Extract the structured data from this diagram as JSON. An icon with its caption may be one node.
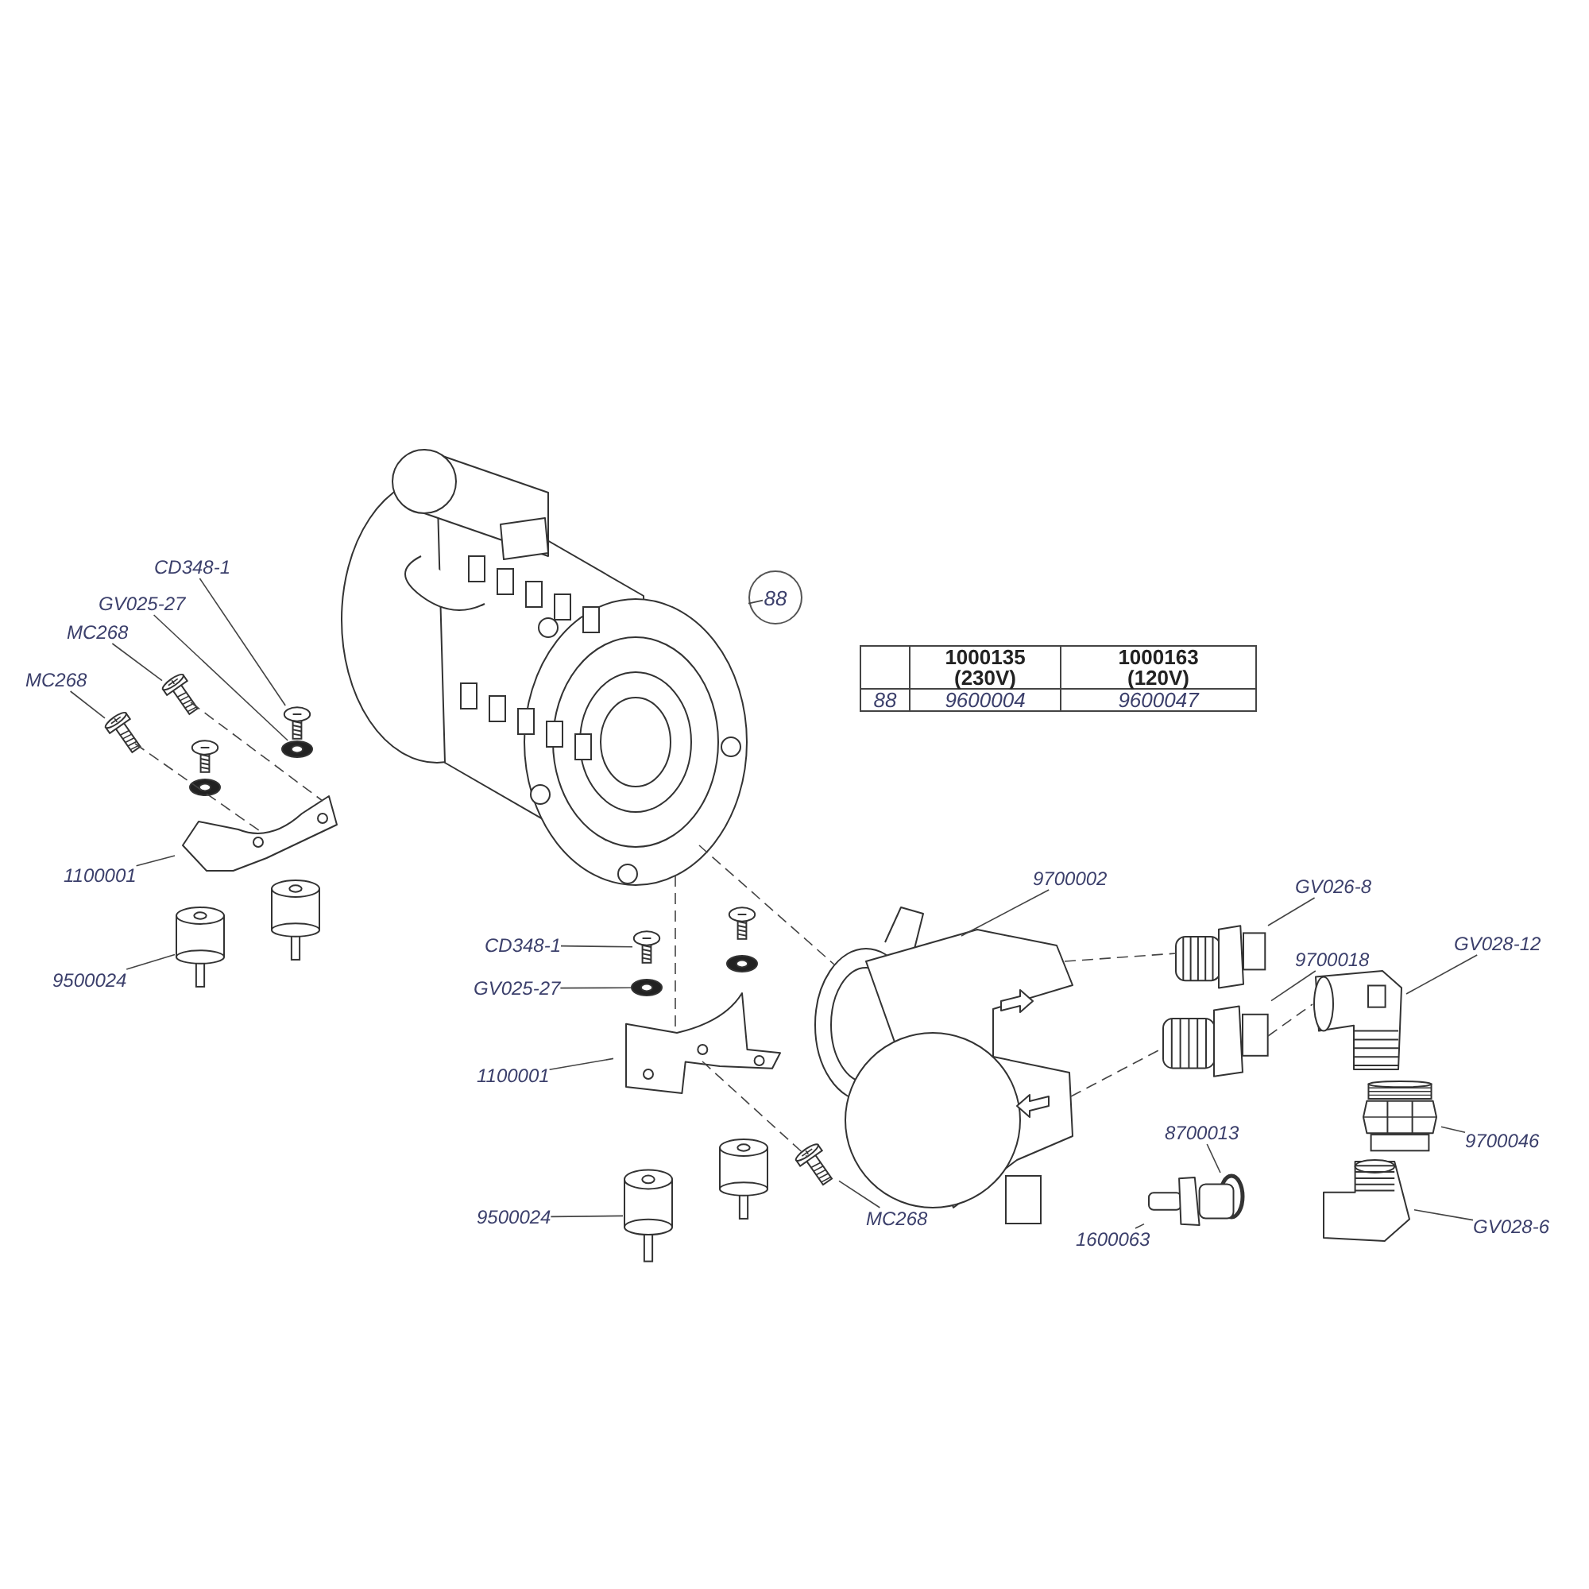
{
  "diagram": {
    "nodes": [
      {
        "text": [
          "88"
        ]
      },
      {
        "text": [],
        "shape": "picture"
      },
      {
        "text": [
          "CD348-1"
        ]
      },
      {
        "text": [],
        "shape": "picture"
      },
      {
        "text": [
          "GV025-27"
        ]
      },
      {
        "text": [],
        "shape": "picture"
      },
      {
        "text": [
          "MC268"
        ]
      },
      {
        "text": [],
        "shape": "picture"
      },
      {
        "text": [
          "MC268"
        ]
      },
      {
        "text": [],
        "shape": "picture"
      },
      {
        "text": [
          "1100001"
        ]
      },
      {
        "text": [],
        "shape": "picture"
      },
      {
        "text": [
          "9500024"
        ]
      },
      {
        "text": [],
        "shape": "cylinder"
      },
      {
        "text": [
          "9700002"
        ]
      },
      {
        "text": [],
        "shape": "picture"
      },
      {
        "text": [
          "GV026-8"
        ]
      },
      {
        "text": [],
        "shape": "picture"
      },
      {
        "text": [
          "9700018"
        ]
      },
      {
        "text": [],
        "shape": "picture"
      },
      {
        "text": [
          "GV028-12"
        ]
      },
      {
        "text": [],
        "shape": "picture"
      },
      {
        "text": [
          "CD348-1"
        ]
      },
      {
        "text": [],
        "shape": "picture"
      },
      {
        "text": [
          "GV025-27"
        ]
      },
      {
        "text": [],
        "shape": "picture"
      },
      {
        "text": [
          "9700046"
        ]
      },
      {
        "text": [],
        "shape": "picture"
      },
      {
        "text": [
          "1100001"
        ]
      },
      {
        "text": [],
        "shape": "picture"
      },
      {
        "text": [
          "8700013"
        ]
      },
      {
        "text": [],
        "shape": "circle"
      },
      {
        "text": [
          "GV028-6"
        ]
      },
      {
        "text": [],
        "shape": "picture"
      },
      {
        "text": [
          "1600063"
        ]
      },
      {
        "text": [],
        "shape": "picture"
      },
      {
        "text": [
          "9500024"
        ]
      },
      {
        "text": [],
        "shape": "cylinder"
      },
      {
        "text": [
          "MC268"
        ]
      },
      {
        "text": [],
        "shape": "picture"
      }
    ],
    "edges": [
      {
        "from": 0,
        "to": 1,
        "arrow": "none"
      },
      {
        "from": 2,
        "to": 3,
        "arrow": "none"
      },
      {
        "from": 4,
        "to": 5,
        "arrow": "none"
      },
      {
        "from": 6,
        "to": 7,
        "arrow": "none"
      },
      {
        "from": 8,
        "to": 9,
        "arrow": "none"
      },
      {
        "from": 10,
        "to": 11,
        "arrow": "none"
      },
      {
        "from": 12,
        "to": 13,
        "arrow": "none"
      },
      {
        "from": 14,
        "to": 15,
        "arrow": "none"
      },
      {
        "from": 16,
        "to": 17,
        "arrow": "none"
      },
      {
        "from": 18,
        "to": 19,
        "arrow": "none"
      },
      {
        "from": 20,
        "to": 21,
        "arrow": "none"
      },
      {
        "from": 22,
        "to": 23,
        "arrow": "none"
      },
      {
        "from": 24,
        "to": 25,
        "arrow": "none"
      },
      {
        "from": 26,
        "to": 27,
        "arrow": "none"
      },
      {
        "from": 28,
        "to": 29,
        "arrow": "none"
      },
      {
        "from": 30,
        "to": 31,
        "arrow": "none"
      },
      {
        "from": 32,
        "to": 33,
        "arrow": "none"
      },
      {
        "from": 34,
        "to": 35,
        "arrow": "none"
      },
      {
        "from": 36,
        "to": 37,
        "arrow": "none"
      },
      {
        "from": 38,
        "to": 39,
        "arrow": "none"
      },
      {
        "from": 1,
        "to": 15,
        "arrow": "none",
        "style": "dashed"
      },
      {
        "from": 7,
        "to": 11,
        "arrow": "none",
        "style": "dashed"
      },
      {
        "from": 9,
        "to": 11,
        "arrow": "none",
        "style": "dashed"
      },
      {
        "from": 1,
        "to": 29,
        "arrow": "none",
        "style": "dashed"
      },
      {
        "from": 29,
        "to": 39,
        "arrow": "none",
        "style": "dashed"
      },
      {
        "from": 15,
        "to": 17,
        "arrow": "none",
        "style": "dashed"
      },
      {
        "from": 15,
        "to": 19,
        "arrow": "none",
        "style": "dashed"
      },
      {
        "from": 19,
        "to": 21,
        "arrow": "none",
        "style": "dashed"
      }
    ],
    "labels": [
      "1000135 (230V)",
      "1000163 (120V)",
      "88",
      "9600004",
      "9600047"
    ]
  }
}
